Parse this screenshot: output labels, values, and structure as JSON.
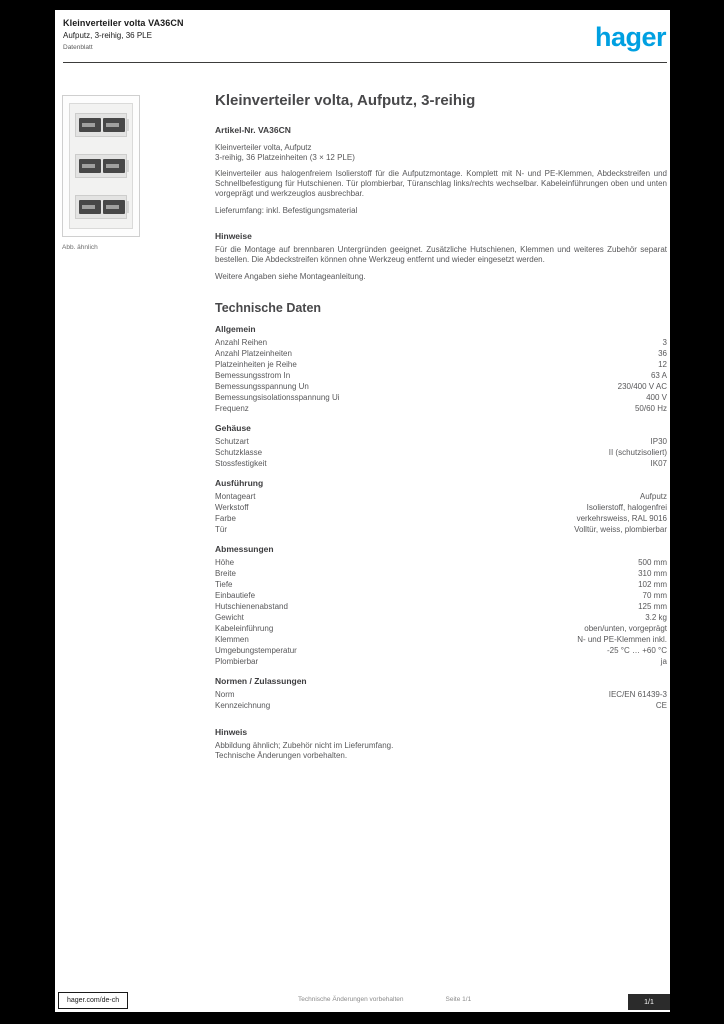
{
  "header": {
    "product_line": "Kleinverteiler volta VA36CN",
    "product_sub": "Aufputz, 3-reihig, 36 PLE",
    "doc_type": "Datenblatt",
    "logo": "hager"
  },
  "figure": {
    "caption": "Abb. ähnlich"
  },
  "main": {
    "title": "Kleinverteiler volta, Aufputz, 3-reihig",
    "ref": "Artikel-Nr. VA36CN",
    "short_lines": [
      "Kleinverteiler volta, Aufputz",
      "3-reihig, 36 Platzeinheiten (3 × 12 PLE)"
    ],
    "description": "Kleinverteiler aus halogenfreiem Isolierstoff für die Aufputzmontage. Komplett mit N- und PE-Klemmen, Abdeckstreifen und Schnellbefestigung für Hutschienen. Tür plombierbar, Türanschlag links/rechts wechselbar. Kabeleinführungen oben und unten vorgeprägt und werkzeuglos ausbrechbar.",
    "delivery": "Lieferumfang: inkl. Befestigungsmaterial",
    "notes": {
      "heading": "Hinweise",
      "text": "Für die Montage auf brennbaren Untergründen geeignet. Zusätzliche Hutschienen, Klemmen und weiteres Zubehör separat bestellen. Die Abdeckstreifen können ohne Werkzeug entfernt und wieder eingesetzt werden.",
      "extra": "Weitere Angaben siehe Montageanleitung."
    },
    "tech": {
      "heading": "Technische Daten",
      "groups": [
        {
          "heading": "Allgemein",
          "rows": [
            {
              "label": "Anzahl Reihen",
              "value": "3"
            },
            {
              "label": "Anzahl Platzeinheiten",
              "value": "36"
            },
            {
              "label": "Platzeinheiten je Reihe",
              "value": "12"
            },
            {
              "label": "Bemessungsstrom In",
              "value": "63 A"
            },
            {
              "label": "Bemessungsspannung Un",
              "value": "230/400 V AC"
            },
            {
              "label": "Bemessungsisolationsspannung Ui",
              "value": "400 V"
            },
            {
              "label": "Frequenz",
              "value": "50/60 Hz"
            }
          ]
        },
        {
          "heading": "Gehäuse",
          "rows": [
            {
              "label": "Schutzart",
              "value": "IP30"
            },
            {
              "label": "Schutzklasse",
              "value": "II (schutzisoliert)"
            },
            {
              "label": "Stossfestigkeit",
              "value": "IK07"
            }
          ]
        },
        {
          "heading": "Ausführung",
          "rows": [
            {
              "label": "Montageart",
              "value": "Aufputz"
            },
            {
              "label": "Werkstoff",
              "value": "Isolierstoff, halogenfrei"
            },
            {
              "label": "Farbe",
              "value": "verkehrsweiss, RAL 9016"
            },
            {
              "label": "Tür",
              "value": "Volltür, weiss, plombierbar"
            }
          ]
        },
        {
          "heading": "Abmessungen",
          "rows": [
            {
              "label": "Höhe",
              "value": "500 mm"
            },
            {
              "label": "Breite",
              "value": "310 mm"
            },
            {
              "label": "Tiefe",
              "value": "102 mm"
            },
            {
              "label": "Einbautiefe",
              "value": "70 mm"
            },
            {
              "label": "Hutschienenabstand",
              "value": "125 mm"
            },
            {
              "label": "Gewicht",
              "value": "3.2 kg"
            },
            {
              "label": "Kabeleinführung",
              "value": "oben/unten, vorgeprägt"
            },
            {
              "label": "Klemmen",
              "value": "N- und PE-Klemmen inkl."
            },
            {
              "label": "Umgebungstemperatur",
              "value": "-25 °C … +60 °C"
            },
            {
              "label": "Plombierbar",
              "value": "ja"
            }
          ]
        },
        {
          "heading": "Normen / Zulassungen",
          "rows": [
            {
              "label": "Norm",
              "value": "IEC/EN 61439-3"
            },
            {
              "label": "Kennzeichnung",
              "value": "CE"
            }
          ]
        }
      ]
    },
    "endnote": {
      "heading": "Hinweis",
      "lines": [
        "Abbildung ähnlich; Zubehör nicht im Lieferumfang.",
        "Technische Änderungen vorbehalten."
      ]
    }
  },
  "footer": {
    "url": "hager.com/de-ch",
    "center_left": "Technische Änderungen vorbehalten",
    "center_right": "Seite 1/1",
    "page_badge": "1/1"
  },
  "colors": {
    "brand_blue": "#00a0e1"
  }
}
